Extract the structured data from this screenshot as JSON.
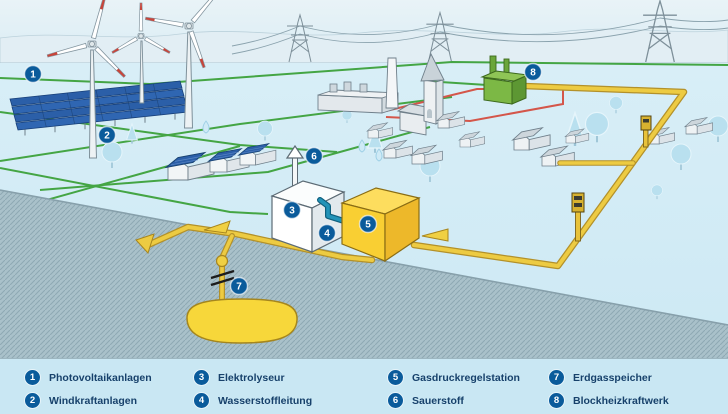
{
  "legend": {
    "items": [
      {
        "num": "1",
        "label": "Photovoltaikanlagen"
      },
      {
        "num": "2",
        "label": "Windkraftanlagen"
      },
      {
        "num": "3",
        "label": "Elektrolyseur"
      },
      {
        "num": "4",
        "label": "Wasserstoffleitung"
      },
      {
        "num": "5",
        "label": "Gasdruckregelstation"
      },
      {
        "num": "6",
        "label": "Sauerstoff"
      },
      {
        "num": "7",
        "label": "Erdgasspeicher"
      },
      {
        "num": "8",
        "label": "Blockheizkraftwerk"
      }
    ]
  },
  "colors": {
    "badge_blue": "#0a5b9b",
    "electricity_line_green": "#44a544",
    "power_line_red": "#d4564a",
    "gas_line_yellow": "#edcb42",
    "hydrogen_pipe_teal": "#2293b8",
    "legend_background": "#c9e7f3",
    "underground_gray": "#a9c1ca",
    "solar_panel_blue": "#2b5fa8",
    "chp_green": "#7cb845",
    "storage_yellow": "#f7d73a"
  }
}
